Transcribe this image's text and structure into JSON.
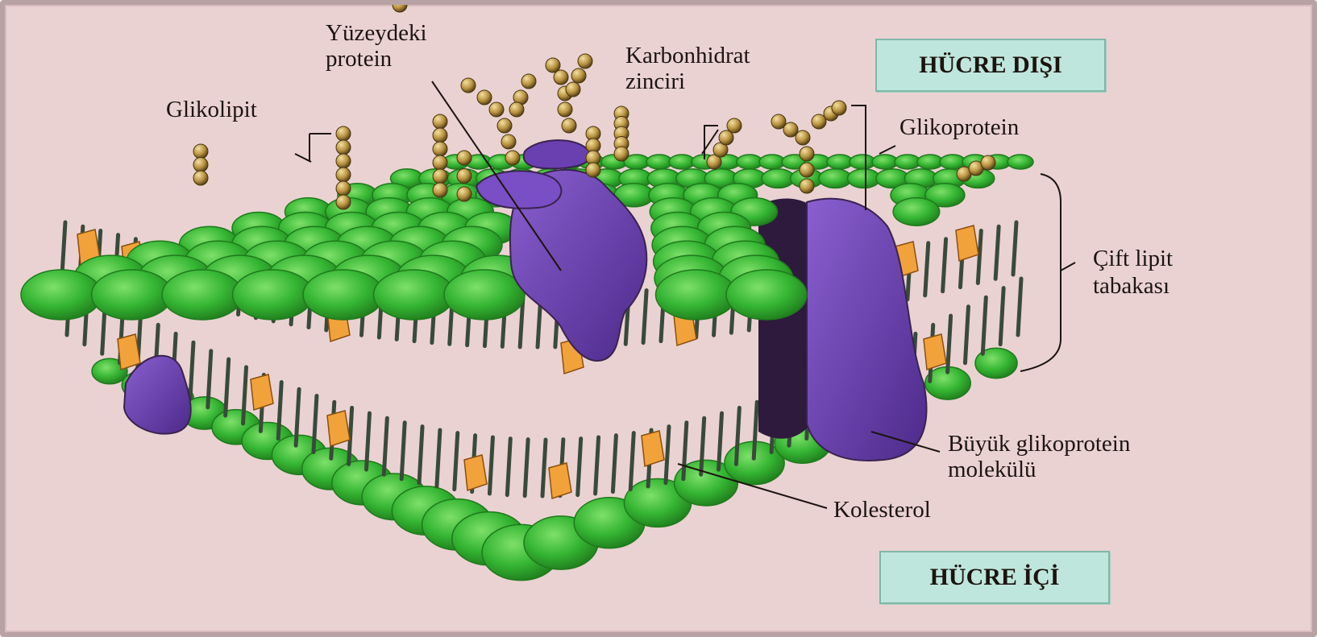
{
  "diagram": {
    "region_labels": {
      "outside": "HÜCRE DIŞI",
      "inside": "HÜCRE İÇİ"
    },
    "labels": {
      "surface_protein_line1": "Yüzeydeki",
      "surface_protein_line2": "protein",
      "carbohydrate_chain_line1": "Karbonhidrat",
      "carbohydrate_chain_line2": "zinciri",
      "glycolipid": "Glikolipit",
      "glycoprotein": "Glikoprotein",
      "lipid_bilayer_line1": "Çift lipit",
      "lipid_bilayer_line2": "tabakası",
      "large_glycoprotein_line1": "Büyük glikoprotein",
      "large_glycoprotein_line2": "molekülü",
      "cholesterol": "Kolesterol"
    },
    "colors": {
      "background": "#ead2d2",
      "phospholipid_head": "#35b533",
      "phospholipid_head_dark": "#1f7a1c",
      "tail": "#3a4a3a",
      "protein": "#6a3fb0",
      "protein_dark": "#3a2350",
      "cholesterol": "#f2a23a",
      "carbohydrate_bead": "#c0a050",
      "label_box": "#bfe6dc"
    }
  }
}
